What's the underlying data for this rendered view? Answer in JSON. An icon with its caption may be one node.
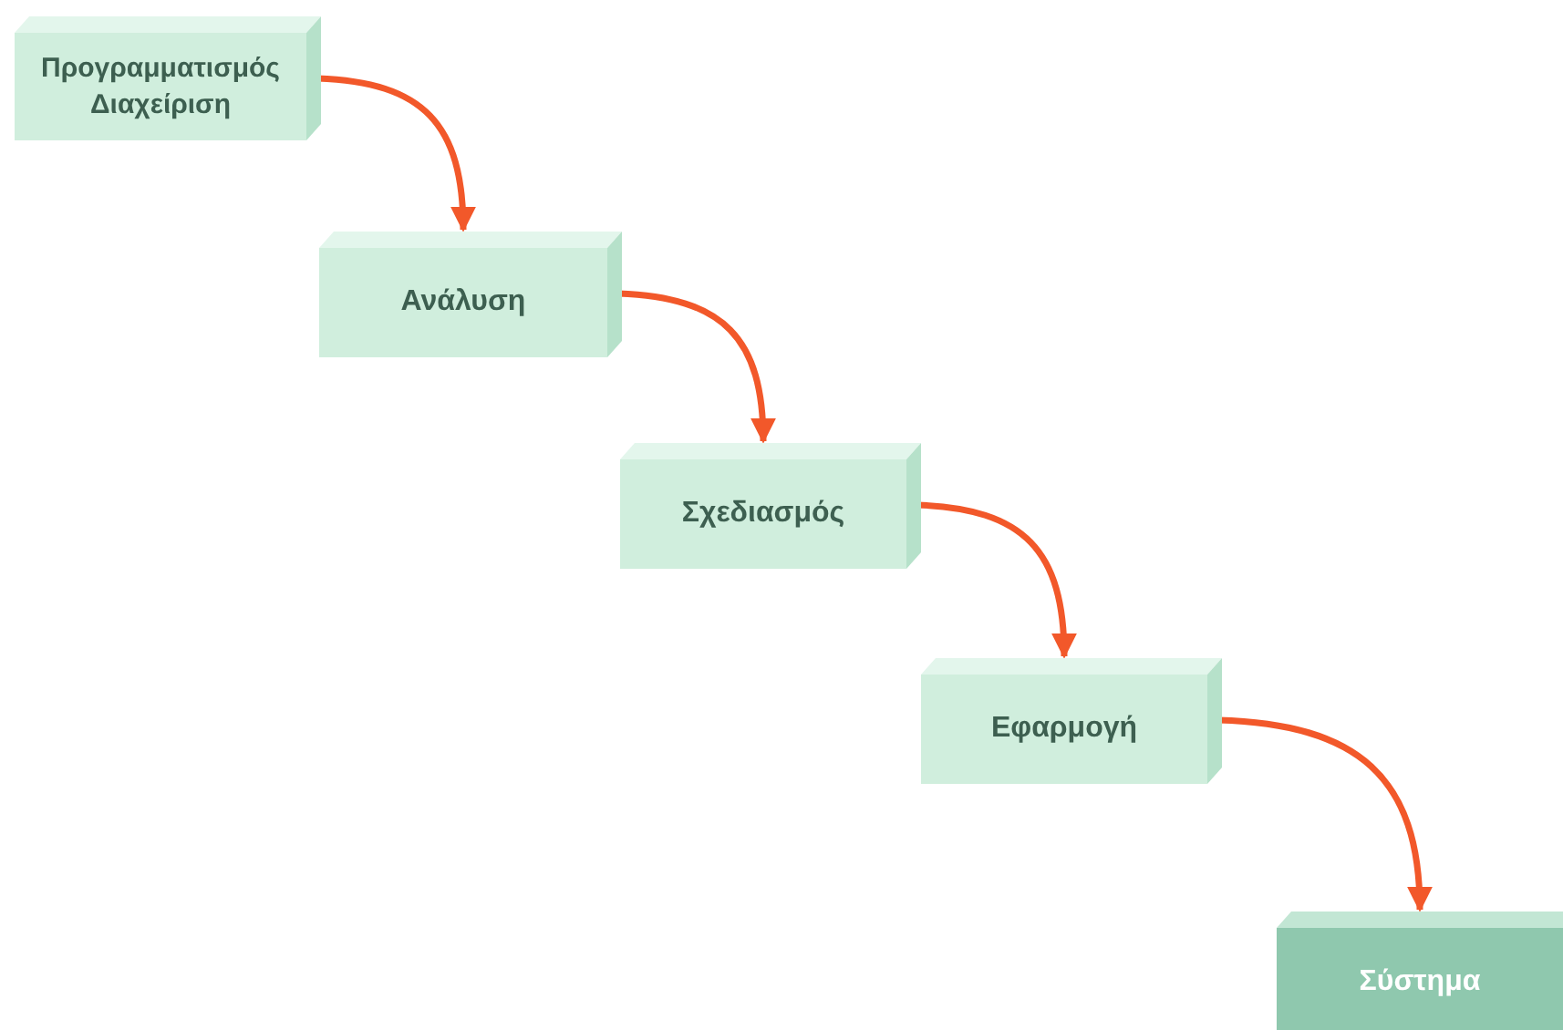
{
  "diagram": {
    "nodes": [
      {
        "text": [
          "Προγραμματισμός Διαχείριση"
        ]
      },
      {
        "text": [
          "Ανάλυση"
        ]
      },
      {
        "text": [
          "Σχεδιασμός"
        ]
      },
      {
        "text": [
          "Εφαρμογή"
        ]
      },
      {
        "text": [
          "Σύστημα"
        ]
      }
    ],
    "edges": [
      {
        "from": 0,
        "to": 1,
        "arrow": "to"
      },
      {
        "from": 1,
        "to": 2,
        "arrow": "to"
      },
      {
        "from": 2,
        "to": 3,
        "arrow": "to"
      },
      {
        "from": 3,
        "to": 4,
        "arrow": "to"
      }
    ]
  }
}
